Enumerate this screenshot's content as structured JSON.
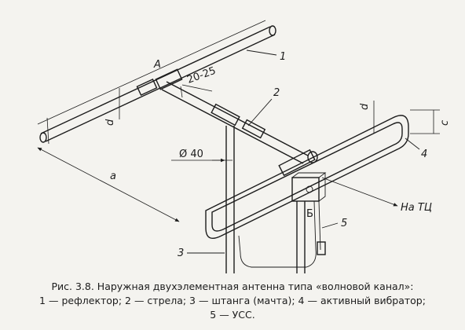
{
  "labels": {
    "dim_A": "A",
    "dim_a": "a",
    "dim_d_left": "d",
    "dim_d_right": "d",
    "dim_c": "c",
    "dim_gap": "20-25",
    "dim_diameter": "Ø 40",
    "block": "Б",
    "feed": "На ТЦ",
    "n1": "1",
    "n2": "2",
    "n3": "3",
    "n4": "4",
    "n5": "5"
  },
  "caption": {
    "line1": "Рис. 3.8. Наружная двухэлементная антенна типа «волновой канал»:",
    "line2": "1 — рефлектор; 2 — стрела; 3 — штанга (мачта); 4 — активный вибратор;",
    "line3": "5 — УСС."
  }
}
